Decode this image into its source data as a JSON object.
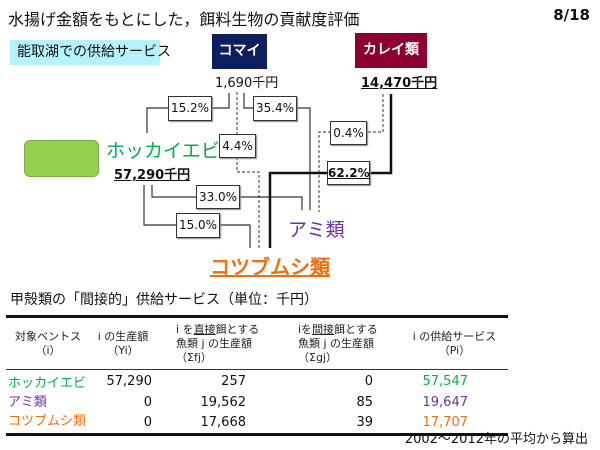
{
  "header": {
    "title": "水揚げ金額をもとにした，餌料生物の貢献度評価",
    "page": "8/18"
  },
  "diagram": {
    "label": "能取湖での供給サービス",
    "komai": {
      "name": "コマイ",
      "amount": "1,690千円"
    },
    "karei": {
      "name": "カレイ類",
      "amount": "14,470千円"
    },
    "hokkai": {
      "name": "ホッカイエビ",
      "amount": "57,290千円"
    },
    "ami": {
      "name": "アミ類"
    },
    "kotsubu": {
      "name": "コツブムシ類"
    },
    "links": {
      "komai_hokkai": "15.2%",
      "komai_ami": "35.4%",
      "komai_kotsubu": "4.4%",
      "karei_ami": "0.4%",
      "karei_kotsubu": "62.2%",
      "hokkai_ami": "33.0%",
      "hokkai_kotsubu": "15.0%"
    },
    "colors": {
      "komai": "#0d1f5c",
      "karei": "#8b0030",
      "hokkai": "#00b050",
      "ami": "#7030a0",
      "kotsubu": "#f07010"
    }
  },
  "table": {
    "title": "甲殻類の「間接的」供給サービス（単位：千円）",
    "headers": [
      {
        "l1": "対象ベントス",
        "l2": "（i）"
      },
      {
        "l1": "i の生産額",
        "l2": "（Yi）"
      },
      {
        "l1a": "i を",
        "l1u": "直接",
        "l1b": "餌とする",
        "l2": "魚類 j の生産額（Σfj）"
      },
      {
        "l1a": "iを",
        "l1u": "間接",
        "l1b": "餌とする",
        "l2": "魚類 j の生産額（Σgj）"
      },
      {
        "l1": "i の供給サービス",
        "l2": "（Pi）"
      }
    ],
    "rows": [
      {
        "name": "ホッカイエビ",
        "y": "57,290",
        "f": "257",
        "g": "0",
        "p": "57,547"
      },
      {
        "name": "アミ類",
        "y": "0",
        "f": "19,562",
        "g": "85",
        "p": "19,647"
      },
      {
        "name": "コツブムシ類",
        "y": "0",
        "f": "17,668",
        "g": "39",
        "p": "17,707"
      }
    ],
    "footnote": "2002～2012年の平均から算出"
  }
}
